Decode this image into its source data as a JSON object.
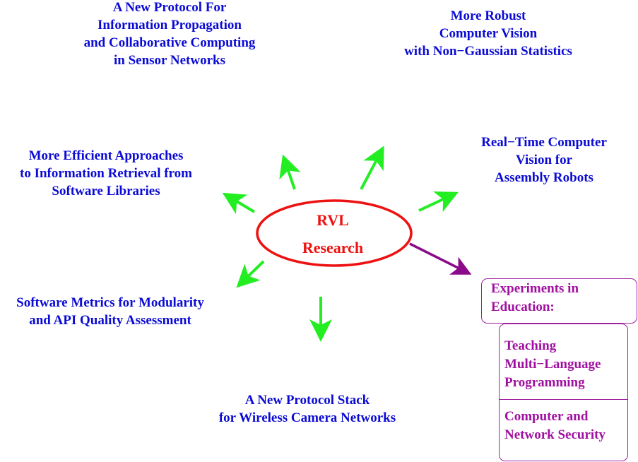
{
  "center": {
    "line1": "RVL",
    "line2": "Research"
  },
  "topics": {
    "sensor_networks": [
      "A New Protocol For",
      "Information Propagation",
      "and Collaborative Computing",
      "in Sensor Networks"
    ],
    "robust_vision": [
      "More Robust",
      "Computer Vision",
      "with Non−Gaussian Statistics"
    ],
    "info_retrieval": [
      "More Efficient Approaches",
      "to Information Retrieval from",
      "Software Libraries"
    ],
    "realtime_vision": [
      "Real−Time Computer",
      "Vision for",
      "Assembly Robots"
    ],
    "software_metrics": [
      "Software Metrics for Modularity",
      "and API Quality Assessment"
    ],
    "camera_networks": [
      "A New Protocol Stack",
      "for Wireless Camera Networks"
    ]
  },
  "education": {
    "title": [
      "Experiments in",
      "Education:"
    ],
    "items": [
      [
        "Teaching",
        "Multi−Language",
        "Programming"
      ],
      [
        "Computer and",
        "Network Security"
      ]
    ]
  },
  "colors": {
    "topic": "#0b0bd4",
    "arrow": "#22ee22",
    "center": "#ee1111",
    "education": "#a010a0"
  }
}
